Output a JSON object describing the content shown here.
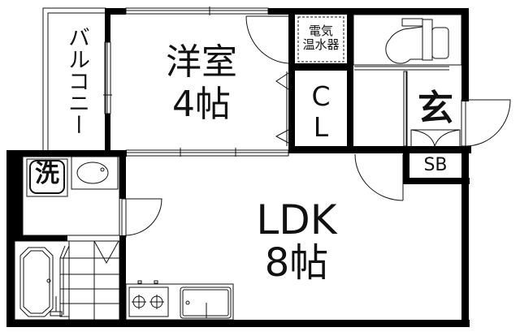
{
  "floorplan": {
    "rooms": {
      "balcony": {
        "label": "バルコニー"
      },
      "western_room": {
        "label_line1": "洋室",
        "label_line2": "4帖"
      },
      "water_heater": {
        "label_line1": "電気",
        "label_line2": "温水器"
      },
      "closet": {
        "label_line1": "C",
        "label_line2": "L"
      },
      "entrance": {
        "label": "玄"
      },
      "shoe_box": {
        "label": "SB"
      },
      "washing": {
        "label": "洗"
      },
      "ldk": {
        "label_line1": "LDK",
        "label_line2": "8帖"
      }
    },
    "colors": {
      "wall": "#000000",
      "line": "#111111",
      "background": "#ffffff"
    }
  }
}
